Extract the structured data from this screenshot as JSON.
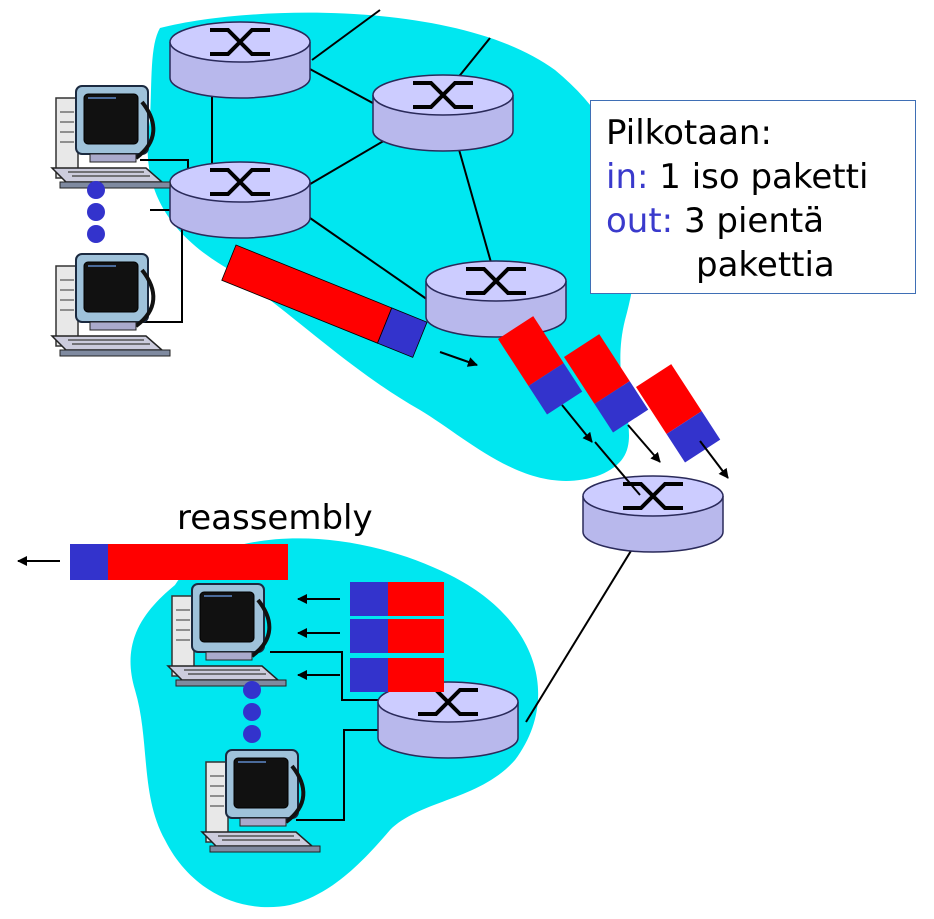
{
  "colors": {
    "cloud": "#00e7f0",
    "router_fill": "#ccccff",
    "router_stroke": "#2a2a5a",
    "packet_data": "#ff0000",
    "packet_header": "#3333cc",
    "legend_border": "#3f6fb5",
    "keyword": "#3a3acc",
    "dots": "#3333cc"
  },
  "icons": [
    "router-icon",
    "computer-icon",
    "packet",
    "arrow"
  ],
  "legend": {
    "title": "Pilkotaan:",
    "in_key": "in:",
    "in_value": "1 iso paketti",
    "out_key": "out:",
    "out_value": "3 pientä",
    "out_value_cont": "pakettia"
  },
  "reassembly_label": "reassembly"
}
